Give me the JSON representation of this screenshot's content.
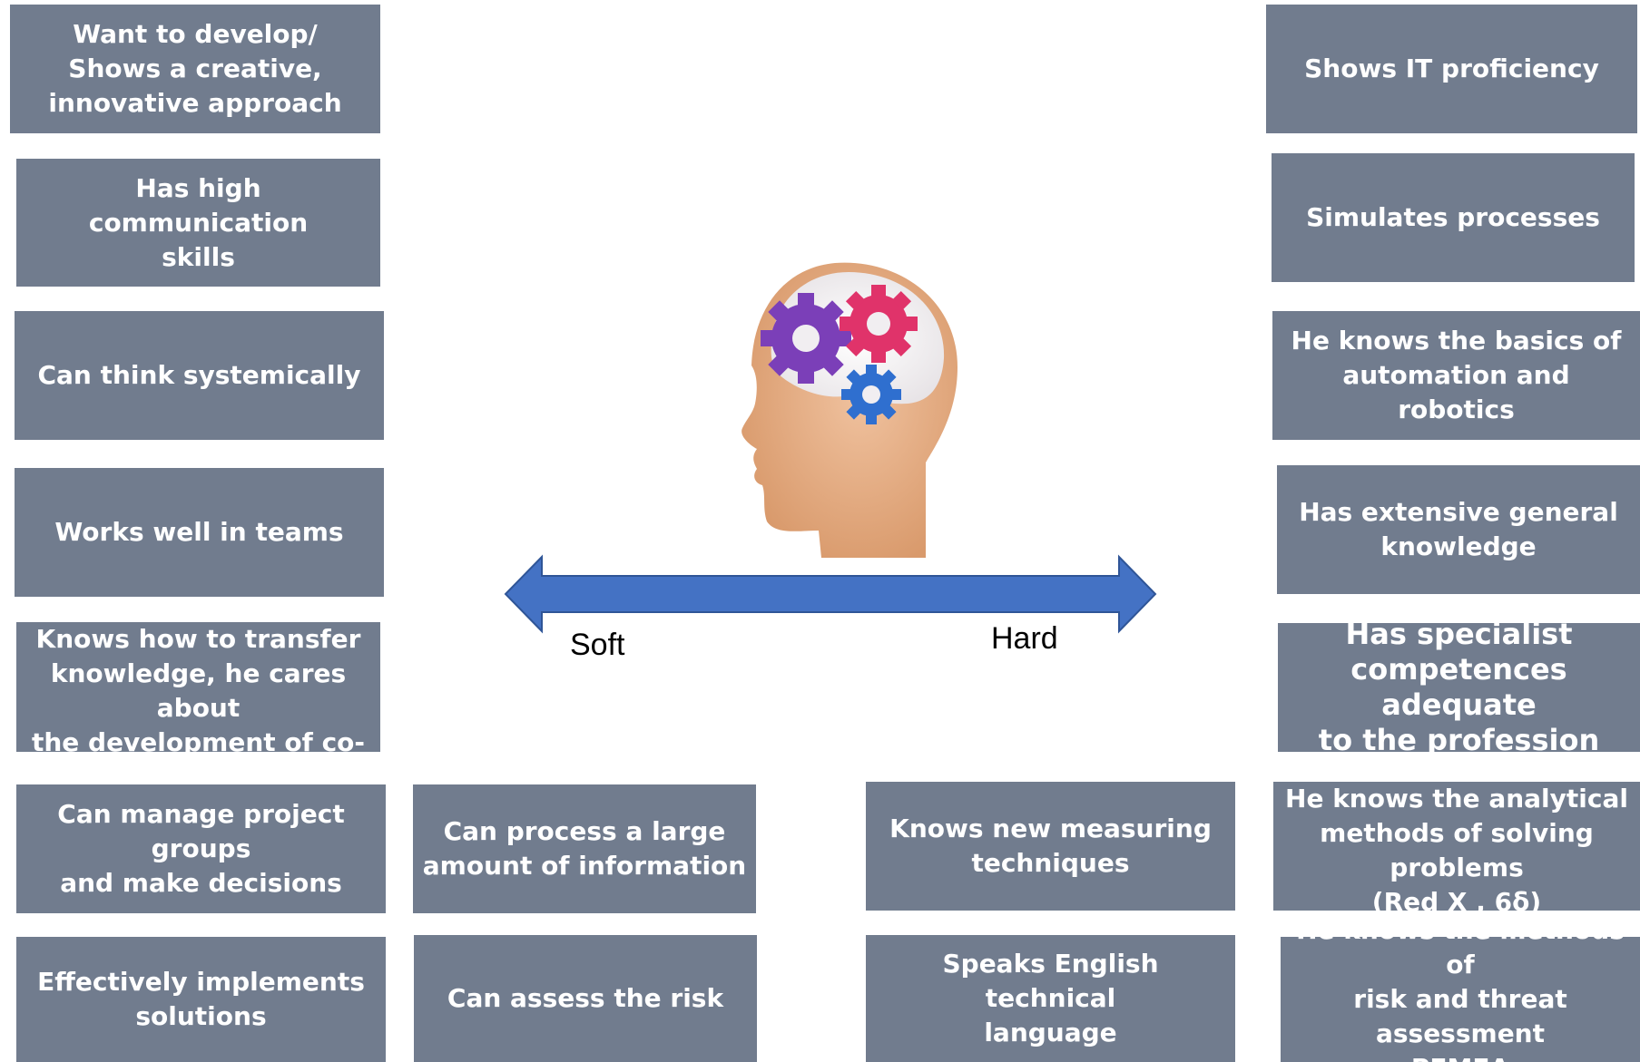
{
  "soft_skills": [
    {
      "id": "creative",
      "text": "Want to develop/\nShows a creative,\ninnovative approach"
    },
    {
      "id": "communication",
      "text": "Has high communication\nskills"
    },
    {
      "id": "systemic",
      "text": "Can think systemically"
    },
    {
      "id": "teams",
      "text": "Works well in teams"
    },
    {
      "id": "transfer",
      "text": "Knows how to transfer\nknowledge, he cares about\nthe development of co-\nworkers"
    },
    {
      "id": "manage",
      "text": "Can manage project groups\nand make decisions"
    },
    {
      "id": "implements",
      "text": "Effectively implements\nsolutions"
    },
    {
      "id": "process",
      "text": "Can process a large\namount of information"
    },
    {
      "id": "risk",
      "text": "Can assess the risk"
    }
  ],
  "hard_skills": [
    {
      "id": "it",
      "text": "Shows IT proficiency"
    },
    {
      "id": "simulates",
      "text": "Simulates processes"
    },
    {
      "id": "automation",
      "text": "He knows the basics of\nautomation and robotics"
    },
    {
      "id": "general",
      "text": "Has extensive general\nknowledge"
    },
    {
      "id": "specialist",
      "text": "Has specialist\ncompetences adequate\nto the profession"
    },
    {
      "id": "analytical",
      "text": "He knows the analytical\nmethods of solving\nproblems\n(Red X , 6δ)"
    },
    {
      "id": "pfmea",
      "text": "He knows the methods of\nrisk and threat assessment\nPFMEA"
    },
    {
      "id": "measuring",
      "text": "Knows new measuring\ntechniques"
    },
    {
      "id": "english",
      "text": "Speaks English technical\nlanguage"
    }
  ],
  "axis": {
    "left_label": "Soft",
    "right_label": "Hard",
    "arrow_color": "#4472c4"
  },
  "colors": {
    "box": "#717c8e",
    "gear_purple": "#7b3fb8",
    "gear_pink": "#e0336a",
    "gear_blue": "#2f6fcf",
    "head": "#e2ad84"
  }
}
